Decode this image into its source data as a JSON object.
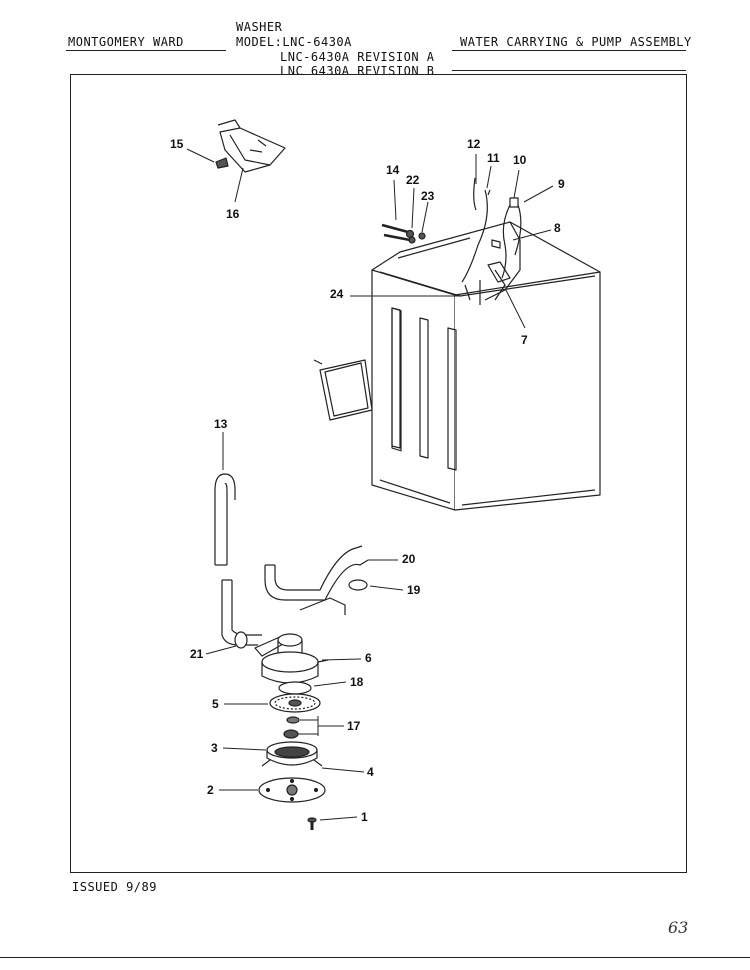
{
  "header": {
    "brand": "MONTGOMERY WARD",
    "product": "WASHER",
    "model_line1": "MODEL:LNC-6430A",
    "model_line2": "LNC-6430A REVISION A",
    "model_line3": "LNC 6430A REVISION B",
    "section_title": "WATER CARRYING & PUMP ASSEMBLY"
  },
  "footer": {
    "issued": "ISSUED 9/89",
    "page_note": "63"
  },
  "callouts": [
    "1",
    "2",
    "3",
    "4",
    "5",
    "6",
    "7",
    "8",
    "9",
    "10",
    "11",
    "12",
    "13",
    "14",
    "15",
    "16",
    "17",
    "18",
    "19",
    "20",
    "21",
    "22",
    "23",
    "24"
  ]
}
